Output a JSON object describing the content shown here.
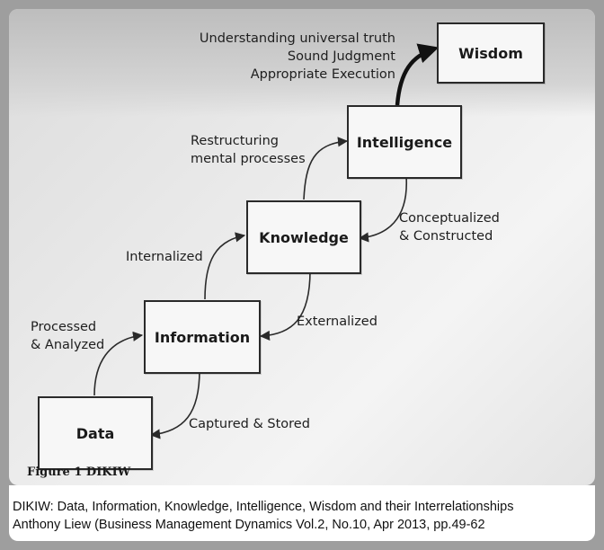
{
  "boxes": {
    "data": "Data",
    "information": "Information",
    "knowledge": "Knowledge",
    "intelligence": "Intelligence",
    "wisdom": "Wisdom"
  },
  "labels": {
    "processed_1": "Processed",
    "processed_2": "& Analyzed",
    "captured": "Captured & Stored",
    "internalized": "Internalized",
    "externalized": "Externalized",
    "restructuring_1": "Restructuring",
    "restructuring_2": "mental processes",
    "conceptualized_1": "Conceptualized",
    "conceptualized_2": "& Constructed",
    "understanding": "Understanding universal truth",
    "sound": "Sound Judgment",
    "appropriate": "Appropriate Execution"
  },
  "figure_label": "Figure 1 DIKIW",
  "caption": {
    "line1": "DIKIW: Data, Information, Knowledge, Intelligence, Wisdom and their Interrelationships",
    "line2": "Anthony Liew (Business Management Dynamics Vol.2, No.10, Apr 2013, pp.49-62"
  }
}
